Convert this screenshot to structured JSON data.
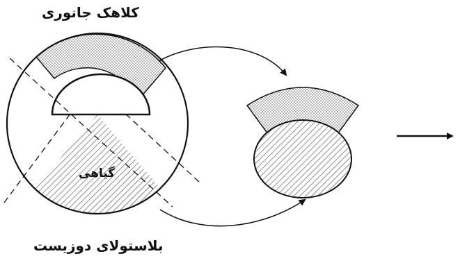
{
  "labels": {
    "top": "کلاهک جانوری",
    "bottom": "بلاستولای دوزیست",
    "center": "گیاهی"
  },
  "colors": {
    "stroke": "#111111",
    "stipple": "#555555",
    "hatch": "#444444",
    "background": "#ffffff"
  }
}
